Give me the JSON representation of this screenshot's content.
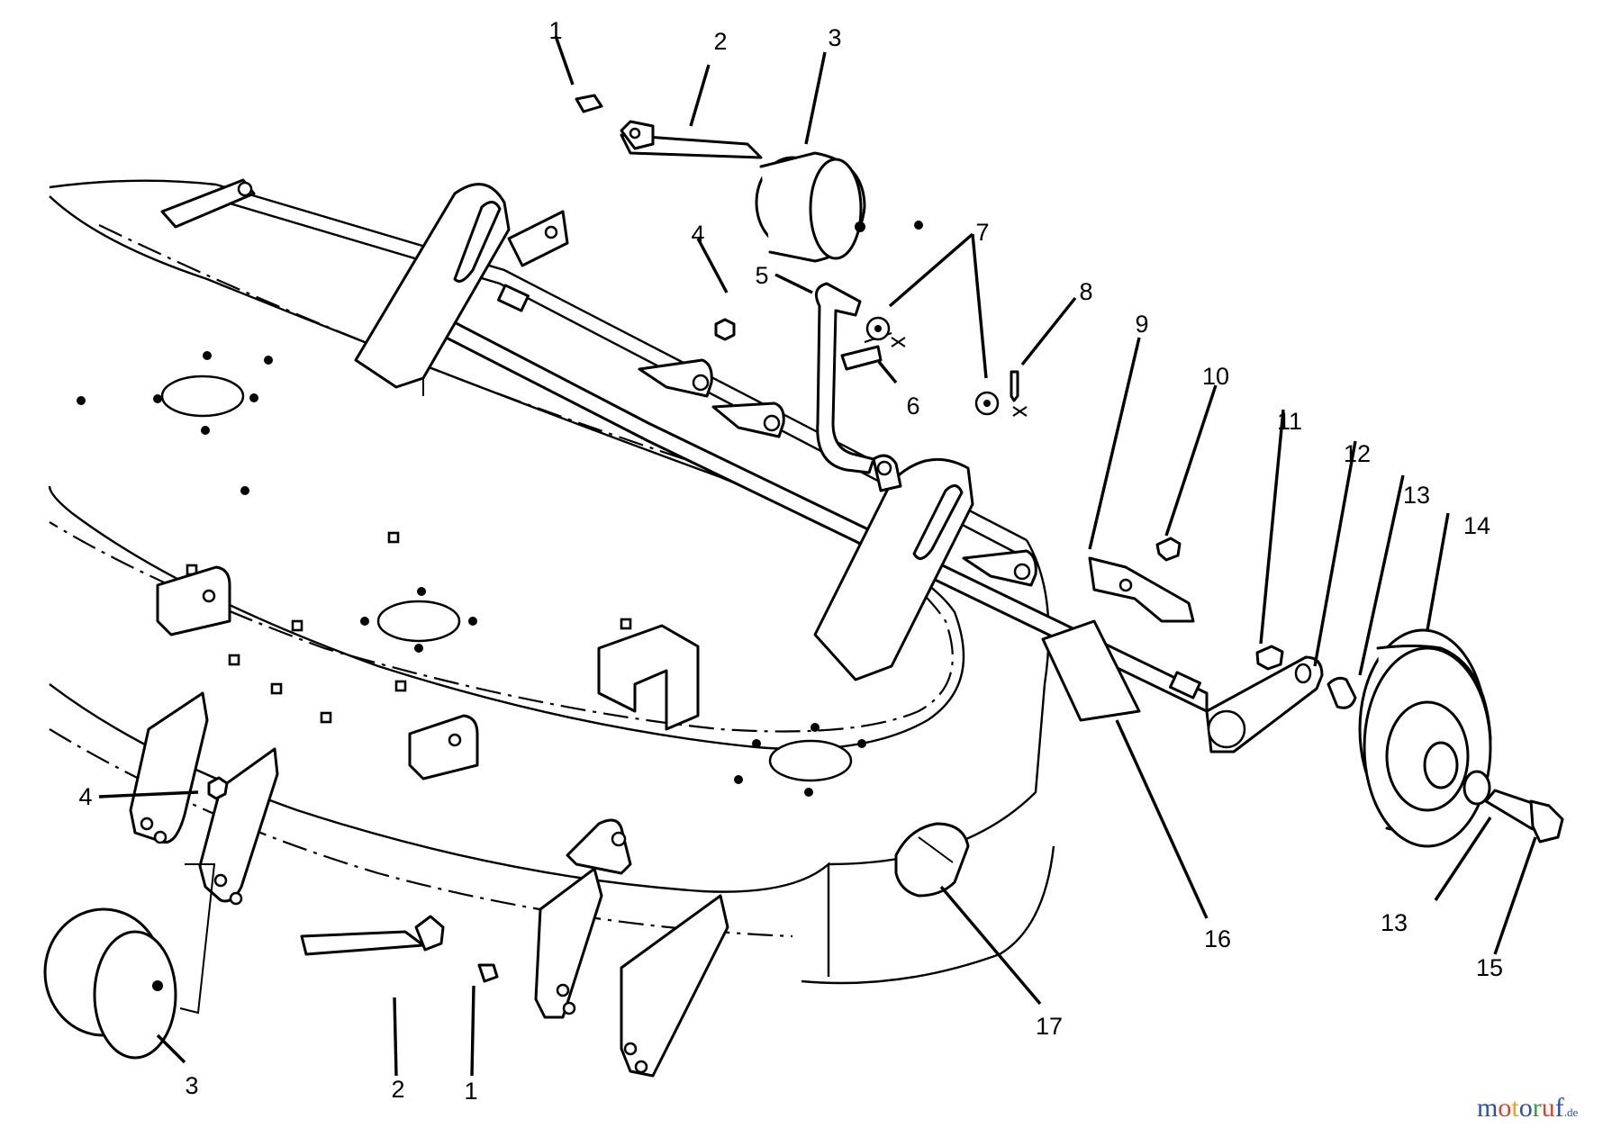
{
  "callouts": [
    "1",
    "2",
    "3",
    "4",
    "5",
    "6",
    "7",
    "8",
    "9",
    "10",
    "11",
    "12",
    "13",
    "14",
    "15",
    "16",
    "17"
  ],
  "callouts_lower": [
    "4",
    "3",
    "2",
    "1",
    "13"
  ],
  "watermark": {
    "letters": [
      "m",
      "o",
      "t",
      "o",
      "r",
      "u",
      "f"
    ],
    "suffix": ".de",
    "colors": [
      "#2a52a8",
      "#d9432c",
      "#e8a317",
      "#2a52a8",
      "#3b9a3b",
      "#d9432c",
      "#2a52a8"
    ]
  }
}
